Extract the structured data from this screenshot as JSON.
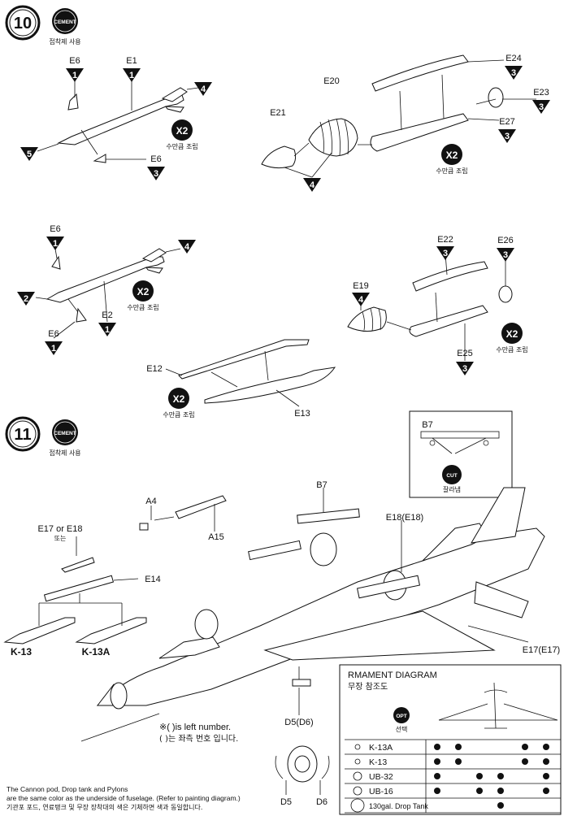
{
  "step10": {
    "number": "10",
    "badge": "CEMENT",
    "caption": "접착제 사용"
  },
  "step11": {
    "number": "11",
    "badge": "CEMENT",
    "caption": "접착제 사용"
  },
  "x2_caption": "수만큼 조립",
  "x2_label": "X2",
  "parts_top": {
    "E6a": "E6",
    "E1": "E1",
    "E6b": "E6",
    "E20": "E20",
    "E21": "E21",
    "E24": "E24",
    "E23": "E23",
    "E27": "E27"
  },
  "parts_mid": {
    "E6a": "E6",
    "E6b": "E6",
    "E2": "E2",
    "E22": "E22",
    "E26": "E26",
    "E19": "E19",
    "E25": "E25",
    "E12": "E12",
    "E13": "E13"
  },
  "tri_numbers": {
    "n1": "1",
    "n3": "3",
    "n4": "4",
    "n5": "5",
    "n2": "2"
  },
  "detail_box": {
    "part": "B7",
    "badge": "CUT",
    "caption": "잘라냄"
  },
  "parts_11": {
    "A4": "A4",
    "A15": "A15",
    "B7": "B7",
    "E18": "E18(E18)",
    "E17or18": "E17 or E18",
    "or_kor": "또는",
    "E14": "E14",
    "K13": "K-13",
    "K13A": "K-13A",
    "E17": "E17(E17)",
    "D5D6": "D5(D6)",
    "D5": "D5",
    "D6": "D6"
  },
  "note_left": {
    "line1": "※( )is left number.",
    "line2": "( )는 좌측 번호 입니다."
  },
  "bottom_note": {
    "line1": "The Cannon pod, Drop tank and Pylons",
    "line2": "are the same color as the underside of fuselage. (Refer to painting diagram.)",
    "line3": "기관포 포드, 연료탱크 및 무장 장착대의 색은 기체하면 색과 동일합니다."
  },
  "armament": {
    "title": "RMAMENT DIAGRAM",
    "title_kor": "무장 참조도",
    "opt": "OPT",
    "opt_kor": "선택",
    "rows": [
      {
        "label": "K-13A",
        "dots": [
          1,
          1,
          0,
          0,
          1,
          1
        ]
      },
      {
        "label": "K-13",
        "dots": [
          1,
          1,
          0,
          0,
          1,
          1
        ]
      },
      {
        "label": "UB-32",
        "dots": [
          1,
          0,
          1,
          1,
          0,
          1
        ]
      },
      {
        "label": "UB-16",
        "dots": [
          1,
          0,
          1,
          1,
          0,
          1
        ]
      },
      {
        "label": "130gal. Drop Tank",
        "dots": [
          0,
          0,
          0,
          1,
          0,
          0
        ]
      }
    ]
  }
}
